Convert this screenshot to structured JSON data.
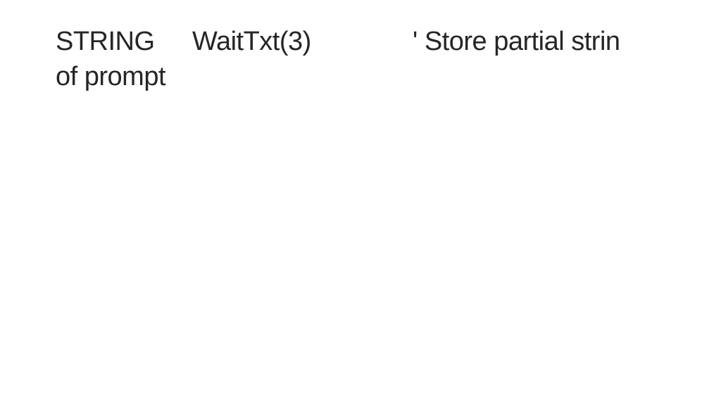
{
  "slide": {
    "line1": {
      "keyword": "STRING",
      "identifier": "WaitTxt(3)",
      "comment": "' Store partial strin"
    },
    "line2": "of prompt"
  }
}
